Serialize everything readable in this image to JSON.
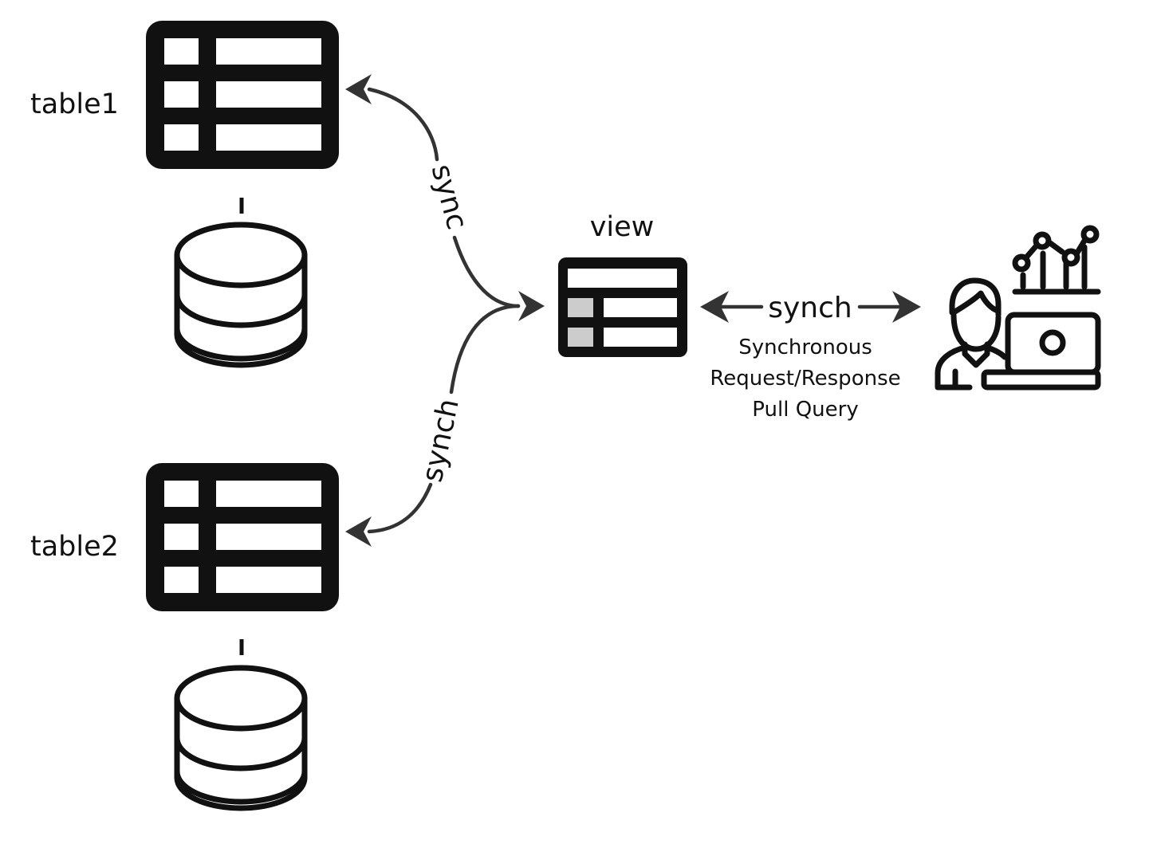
{
  "nodes": {
    "table1": {
      "label": "table1"
    },
    "table2": {
      "label": "table2"
    },
    "view": {
      "label": "view"
    }
  },
  "edges": {
    "table1_view": {
      "label": "sync"
    },
    "table2_view": {
      "label": "synch"
    },
    "view_user": {
      "label": "synch",
      "description": [
        "Synchronous",
        "Request/Response",
        "Pull Query"
      ]
    }
  },
  "icons": {
    "table": "table-icon",
    "database": "database-icon",
    "view": "view-table-icon",
    "user": "user-analytics-icon"
  },
  "colors": {
    "ink": "#111111",
    "arrow": "#333333",
    "view_highlight": "#cccccc"
  }
}
